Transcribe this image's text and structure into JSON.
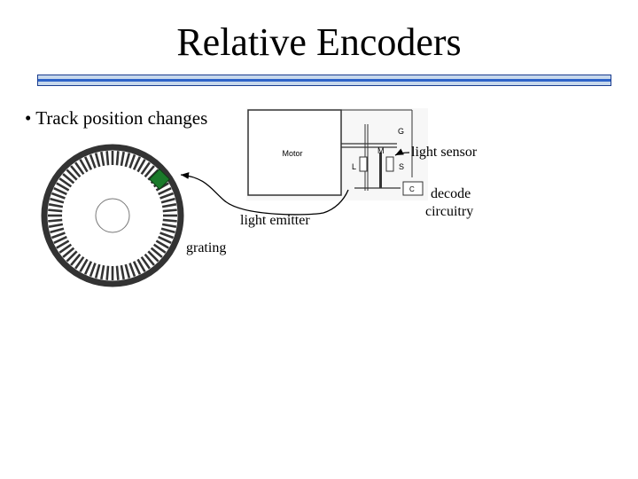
{
  "slide": {
    "title": "Relative Encoders",
    "bullets": [
      {
        "marker": "•",
        "text": "Track position changes"
      }
    ]
  },
  "diagram": {
    "motor_label": "Motor",
    "component_letters": {
      "g": "G",
      "m": "M",
      "l": "L",
      "s": "S",
      "c": "C"
    },
    "callouts": {
      "light_sensor": "light sensor",
      "light_emitter": "light emitter",
      "grating": "grating",
      "decode_line1": "decode",
      "decode_line2": "circuitry"
    }
  },
  "colors": {
    "accent_line": "#2e63c9",
    "rule_fill": "#c7d8ec",
    "rule_border": "#1b3d8f",
    "emitter_green": "#1a7a2a",
    "wheel_dark": "#333333"
  }
}
